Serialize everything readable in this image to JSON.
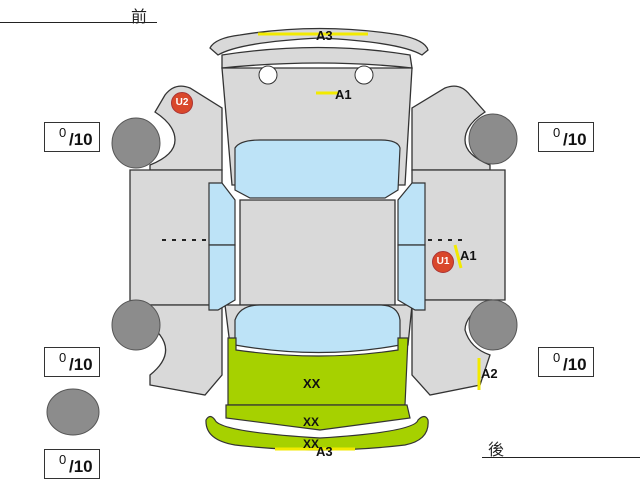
{
  "header": {
    "front_label": "前",
    "rear_label": "後"
  },
  "tires": [
    {
      "position": "front-left",
      "value": "0",
      "max": "/10"
    },
    {
      "position": "front-right",
      "value": "0",
      "max": "/10"
    },
    {
      "position": "rear-left",
      "value": "0",
      "max": "/10"
    },
    {
      "position": "rear-right",
      "value": "0",
      "max": "/10"
    },
    {
      "position": "spare",
      "value": "0",
      "max": "/10"
    }
  ],
  "marks": {
    "front_bumper": "A3",
    "hood": "A1",
    "right_rear_door": "A1",
    "right_rear_quarter": "A2",
    "trunk": "XX",
    "rear_panel": "XX",
    "rear_bumper_xx": "XX",
    "rear_bumper": "A3",
    "badge_u2": "U2",
    "badge_u1": "U1"
  },
  "colors": {
    "panel": "#d9d9d9",
    "glass": "#bde3f7",
    "damaged": "#a6d100",
    "scratch": "#f2ea00",
    "badge": "#d9472b",
    "tire": "#8c8c8c"
  }
}
